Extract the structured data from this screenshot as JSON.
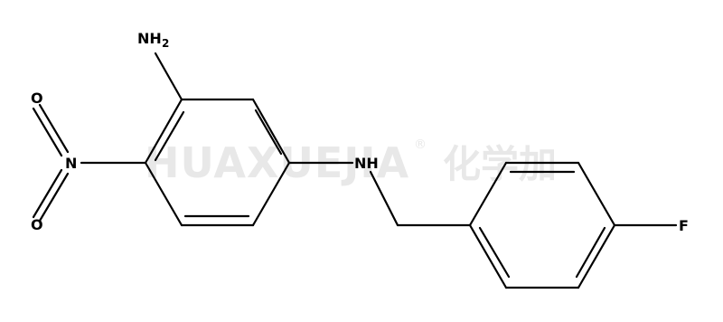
{
  "watermark": {
    "text": "HUAXUEJIA",
    "registered": "®",
    "chinese": "化学加"
  },
  "atoms": {
    "amine_top": "NH",
    "amine_top_sub": "2",
    "nitro_n": "N",
    "nitro_o_top": "O",
    "nitro_o_bottom": "O",
    "amine_bridge": "NH",
    "fluorine": "F"
  },
  "colors": {
    "bond": "#000000",
    "watermark": "#e8e8e8"
  }
}
